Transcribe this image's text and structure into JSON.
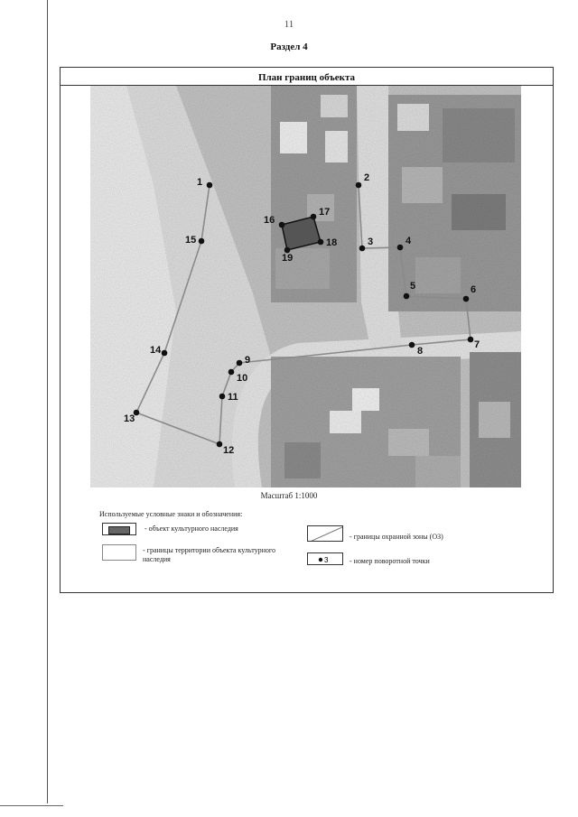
{
  "page": {
    "number": "11",
    "section": "Раздел 4"
  },
  "plan": {
    "title": "План границ объекта",
    "scale": "Масштаб 1:1000"
  },
  "points": [
    {
      "label": "1"
    },
    {
      "label": "2"
    },
    {
      "label": "3"
    },
    {
      "label": "4"
    },
    {
      "label": "5"
    },
    {
      "label": "6"
    },
    {
      "label": "7"
    },
    {
      "label": "8"
    },
    {
      "label": "9"
    },
    {
      "label": "10"
    },
    {
      "label": "11"
    },
    {
      "label": "12"
    },
    {
      "label": "13"
    },
    {
      "label": "14"
    },
    {
      "label": "15"
    },
    {
      "label": "16"
    },
    {
      "label": "17"
    },
    {
      "label": "18"
    },
    {
      "label": "19"
    }
  ],
  "legend": {
    "heading": "Используемые условные знаки и обозначения:",
    "items": [
      {
        "text": "- объект культурного наследия"
      },
      {
        "text": "- границы охранной зоны (ОЗ)"
      },
      {
        "text": "- границы территории объекта культурного наследия"
      },
      {
        "text": "- номер поворотной точки",
        "symbol_label": "3"
      }
    ]
  },
  "colors": {
    "map_background": "#c9c9c9",
    "boundary": "#8a8a8a",
    "point": "#111111",
    "heritage_object": "#555555"
  }
}
